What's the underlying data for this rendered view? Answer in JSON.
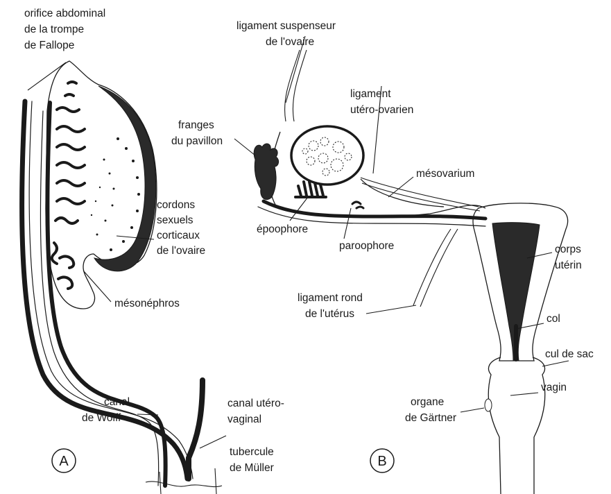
{
  "panels": {
    "a": {
      "marker": "A",
      "labels": {
        "orifice": [
          "orifice abdominal",
          "de la trompe",
          "de Fallope"
        ],
        "cordons": [
          "cordons",
          "sexuels",
          "corticaux",
          "de l'ovaire"
        ],
        "mesonephros": [
          "mésonéphros"
        ],
        "wolff": [
          "canal",
          "de Wolff"
        ],
        "utero_vaginal": [
          "canal utéro-",
          "vaginal"
        ],
        "tubercule": [
          "tubercule",
          "de Müller"
        ]
      }
    },
    "b": {
      "marker": "B",
      "labels": {
        "suspenseur": [
          "ligament suspenseur",
          "de l'ovaire"
        ],
        "utero_ovarien": [
          "ligament",
          "utéro-ovarien"
        ],
        "franges": [
          "franges",
          "du pavillon"
        ],
        "mesovarium": [
          "mésovarium"
        ],
        "epoophore": [
          "époophore"
        ],
        "paroophore": [
          "paroophore"
        ],
        "corps": [
          "corps",
          "utérin"
        ],
        "rond": [
          "ligament rond",
          "de l'utérus"
        ],
        "col": [
          "col"
        ],
        "cul_de_sac": [
          "cul de sac"
        ],
        "vagin": [
          "vagin"
        ],
        "gartner": [
          "organe",
          "de Gärtner"
        ]
      }
    }
  }
}
